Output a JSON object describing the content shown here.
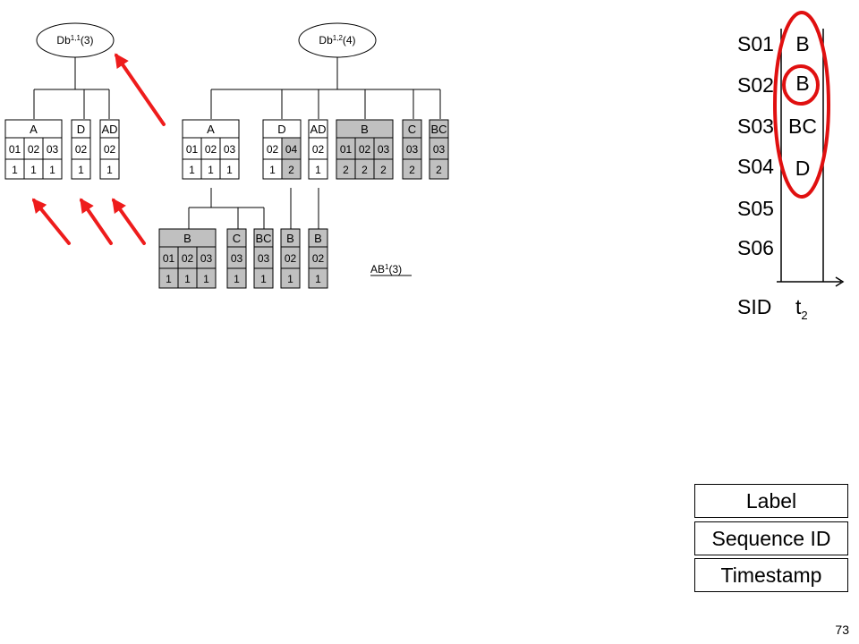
{
  "tree1": {
    "root": "Db",
    "root_sup": "1,1",
    "root_arg": "(3)",
    "nodes": [
      {
        "label": "A",
        "ids": [
          "01",
          "02",
          "03"
        ],
        "vals": [
          "1",
          "1",
          "1"
        ],
        "shaded": false
      },
      {
        "label": "D",
        "ids": [
          "02"
        ],
        "vals": [
          "1"
        ],
        "shaded": false
      },
      {
        "label": "AD",
        "ids": [
          "02"
        ],
        "vals": [
          "1"
        ],
        "shaded": false
      }
    ]
  },
  "tree2": {
    "root": "Db",
    "root_sup": "1,2",
    "root_arg": "(4)",
    "nodes": [
      {
        "label": "A",
        "ids": [
          "01",
          "02",
          "03"
        ],
        "vals": [
          "1",
          "1",
          "1"
        ],
        "shaded": false
      },
      {
        "label": "D",
        "ids": [
          "02",
          "04"
        ],
        "vals": [
          "1",
          "2"
        ],
        "shaded": false,
        "shaded_cols": [
          1
        ]
      },
      {
        "label": "AD",
        "ids": [
          "02"
        ],
        "vals": [
          "1"
        ],
        "shaded": false
      },
      {
        "label": "B",
        "ids": [
          "01",
          "02",
          "03"
        ],
        "vals": [
          "2",
          "2",
          "2"
        ],
        "shaded": true
      },
      {
        "label": "C",
        "ids": [
          "03"
        ],
        "vals": [
          "2"
        ],
        "shaded": true
      },
      {
        "label": "BC",
        "ids": [
          "03"
        ],
        "vals": [
          "2"
        ],
        "shaded": true
      }
    ],
    "children": [
      {
        "label": "B",
        "ids": [
          "01",
          "02",
          "03"
        ],
        "vals": [
          "1",
          "1",
          "1"
        ],
        "shaded": true
      },
      {
        "label": "C",
        "ids": [
          "03"
        ],
        "vals": [
          "1"
        ],
        "shaded": true
      },
      {
        "label": "BC",
        "ids": [
          "03"
        ],
        "vals": [
          "1"
        ],
        "shaded": true
      },
      {
        "label": "B",
        "ids": [
          "02"
        ],
        "vals": [
          "1"
        ],
        "shaded": true
      },
      {
        "label": "B",
        "ids": [
          "02"
        ],
        "vals": [
          "1"
        ],
        "shaded": true
      }
    ]
  },
  "ab_label": "AB",
  "ab_sup": "1",
  "ab_arg": "(3)",
  "timeline": {
    "sids": [
      "S01",
      "S02",
      "S03",
      "S04",
      "S05",
      "S06"
    ],
    "items": [
      "B",
      "B",
      "BC",
      "D"
    ],
    "axis_label": "SID",
    "time_label": "t",
    "time_sub": "2"
  },
  "legend": [
    "Label",
    "Sequence ID",
    "Timestamp"
  ],
  "page_number": "73",
  "colors": {
    "shaded": "#c0c0c0",
    "arrow": "#ee1c1c",
    "circle": "#e01010"
  }
}
